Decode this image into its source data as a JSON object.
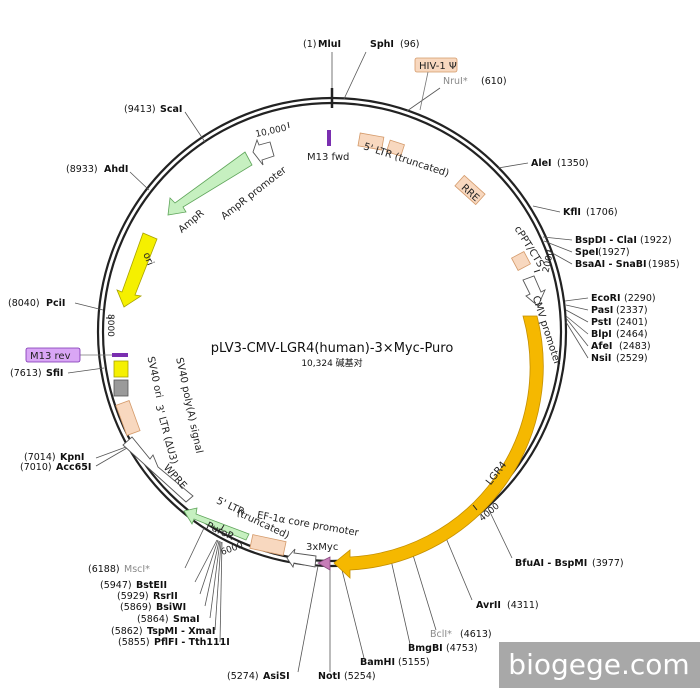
{
  "plasmid": {
    "name": "pLV3-CMV-LGR4(human)-3×Myc-Puro",
    "size_label": "10,324 碱基对",
    "ticks": [
      "10,000",
      "2000",
      "4000",
      "6000",
      "8000"
    ]
  },
  "sites": [
    {
      "name": "MluI",
      "pos": "(1)"
    },
    {
      "name": "SphI",
      "pos": "(96)"
    },
    {
      "name": "NruI*",
      "pos": "(610)"
    },
    {
      "name": "AleI",
      "pos": "(1350)"
    },
    {
      "name": "KflI",
      "pos": "(1706)"
    },
    {
      "name": "BspDI - ClaI",
      "pos": "(1922)"
    },
    {
      "name": "SpeI",
      "pos": "(1927)"
    },
    {
      "name": "BsaAI - SnaBI",
      "pos": "(1985)"
    },
    {
      "name": "EcoRI",
      "pos": "(2290)"
    },
    {
      "name": "PasI",
      "pos": "(2337)"
    },
    {
      "name": "PstI",
      "pos": "(2401)"
    },
    {
      "name": "BlpI",
      "pos": "(2464)"
    },
    {
      "name": "AfeI",
      "pos": "(2483)"
    },
    {
      "name": "NsiI",
      "pos": "(2529)"
    },
    {
      "name": "BfuAI - BspMI",
      "pos": "(3977)"
    },
    {
      "name": "AvrII",
      "pos": "(4311)"
    },
    {
      "name": "BclI*",
      "pos": "(4613)"
    },
    {
      "name": "BmgBI",
      "pos": "(4753)"
    },
    {
      "name": "BamHI",
      "pos": "(5155)"
    },
    {
      "name": "NotI",
      "pos": "(5254)"
    },
    {
      "name": "AsiSI",
      "pos": "(5274)"
    },
    {
      "name": "PflFI - Tth111I",
      "pos": "(5855)"
    },
    {
      "name": "TspMI - XmaI",
      "pos": "(5862)"
    },
    {
      "name": "SmaI",
      "pos": "(5864)"
    },
    {
      "name": "BsiWI",
      "pos": "(5869)"
    },
    {
      "name": "RsrII",
      "pos": "(5929)"
    },
    {
      "name": "BstEII",
      "pos": "(5947)"
    },
    {
      "name": "MscI*",
      "pos": "(6188)"
    },
    {
      "name": "Acc65I",
      "pos": "(7010)"
    },
    {
      "name": "KpnI",
      "pos": "(7014)"
    },
    {
      "name": "SfiI",
      "pos": "(7613)"
    },
    {
      "name": "PciI",
      "pos": "(8040)"
    },
    {
      "name": "AhdI",
      "pos": "(8933)"
    },
    {
      "name": "ScaI",
      "pos": "(9413)"
    }
  ],
  "features": {
    "hiv": "HIV-1 Ψ",
    "m13fwd": "M13 fwd",
    "ltr5t": "5' LTR (truncated)",
    "rre": "RRE",
    "cppt": "cPPT/CTS",
    "cmv": "CMV promoter",
    "lgr4": "LGR4",
    "myc": "3xMyc",
    "ef1a": "EF-1α core promoter",
    "ltr5b": "5' LTR",
    "truncated": "(truncated)",
    "puror": "PuroR",
    "wpre": "WPRE",
    "ltr3": "3' LTR (ΔU3)",
    "sv40ori": "SV40 ori",
    "sv40pa": "SV40 poly(A) signal",
    "m13rev": "M13 rev",
    "ori": "ori",
    "ampr": "AmpR",
    "amprprom": "AmpR promoter"
  },
  "watermark": "biogege.com",
  "colors": {
    "backbone": "#222222",
    "lgr4": "#f5b800",
    "ori": "#f5f000",
    "ampr": "#c6f0c0",
    "puror": "#c6f0c0",
    "ltr": "#f8d8bf",
    "white_feature": "#ffffff",
    "myc": "#c77db8",
    "m13": "#d9a6f5",
    "watermark_bg": "#a8a8a8"
  }
}
